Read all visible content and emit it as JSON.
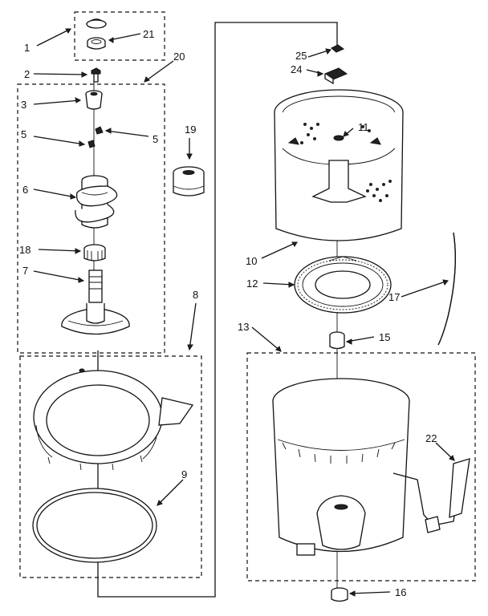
{
  "diagram": {
    "callouts": [
      {
        "id": "c1",
        "label": "1"
      },
      {
        "id": "c2",
        "label": "2"
      },
      {
        "id": "c3",
        "label": "3"
      },
      {
        "id": "c5a",
        "label": "5"
      },
      {
        "id": "c5b",
        "label": "5"
      },
      {
        "id": "c6",
        "label": "6"
      },
      {
        "id": "c7",
        "label": "7"
      },
      {
        "id": "c8",
        "label": "8"
      },
      {
        "id": "c9",
        "label": "9"
      },
      {
        "id": "c10",
        "label": "10"
      },
      {
        "id": "c11",
        "label": "11"
      },
      {
        "id": "c12",
        "label": "12"
      },
      {
        "id": "c13",
        "label": "13"
      },
      {
        "id": "c15",
        "label": "15"
      },
      {
        "id": "c16",
        "label": "16"
      },
      {
        "id": "c17",
        "label": "17"
      },
      {
        "id": "c18",
        "label": "18"
      },
      {
        "id": "c19",
        "label": "19"
      },
      {
        "id": "c20",
        "label": "20"
      },
      {
        "id": "c21",
        "label": "21"
      },
      {
        "id": "c22",
        "label": "22"
      },
      {
        "id": "c24",
        "label": "24"
      },
      {
        "id": "c25",
        "label": "25"
      }
    ]
  }
}
